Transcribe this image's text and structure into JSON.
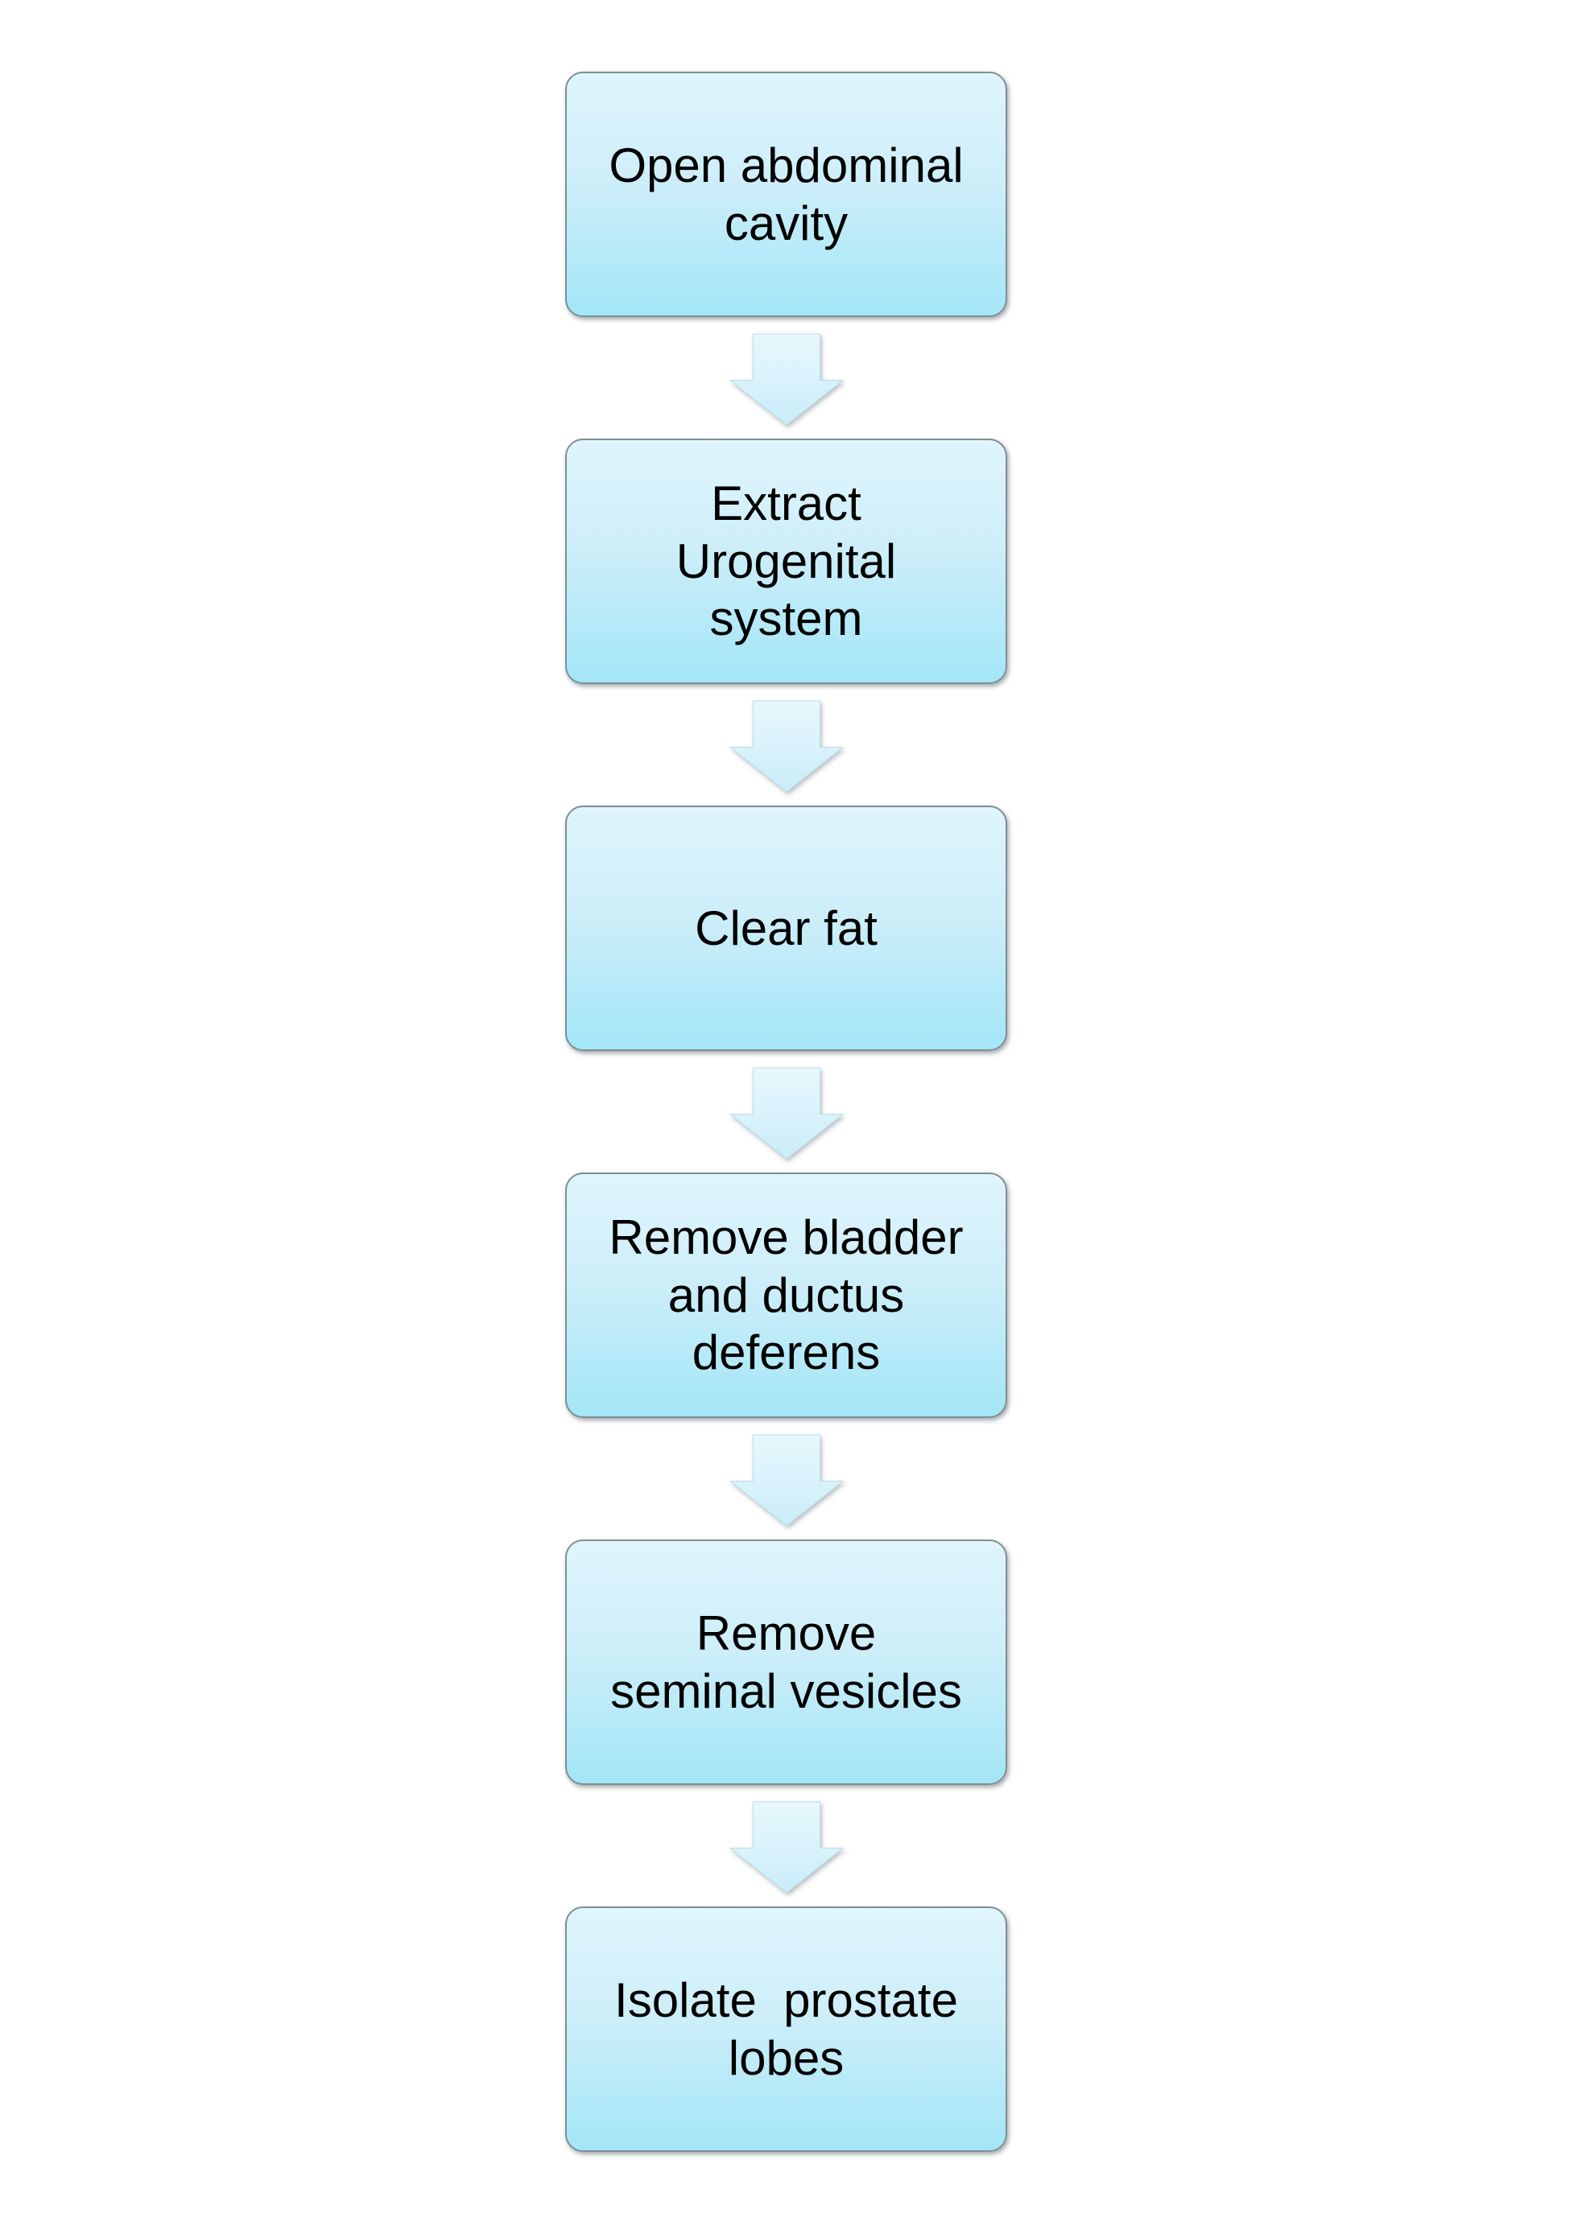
{
  "flowchart": {
    "type": "vertical-process-flow",
    "steps": [
      {
        "label": "Open abdominal\ncavity"
      },
      {
        "label": "Extract\nUrogenital\nsystem"
      },
      {
        "label": "Clear fat"
      },
      {
        "label": "Remove bladder\nand ductus\ndeferens"
      },
      {
        "label": "Remove\nseminal vesicles"
      },
      {
        "label": "Isolate  prostate\nlobes"
      }
    ],
    "connector": "down-arrow",
    "colors": {
      "background": "#ffffff",
      "node_gradient_top": "#e0f5fc",
      "node_gradient_mid": "#cdeef9",
      "node_gradient_bottom": "#a3e6f7",
      "node_border": "#7f8f94",
      "arrow_gradient_top": "#e7f8fd",
      "arrow_gradient_bottom": "#c9ecf8",
      "text": "#000000"
    }
  }
}
